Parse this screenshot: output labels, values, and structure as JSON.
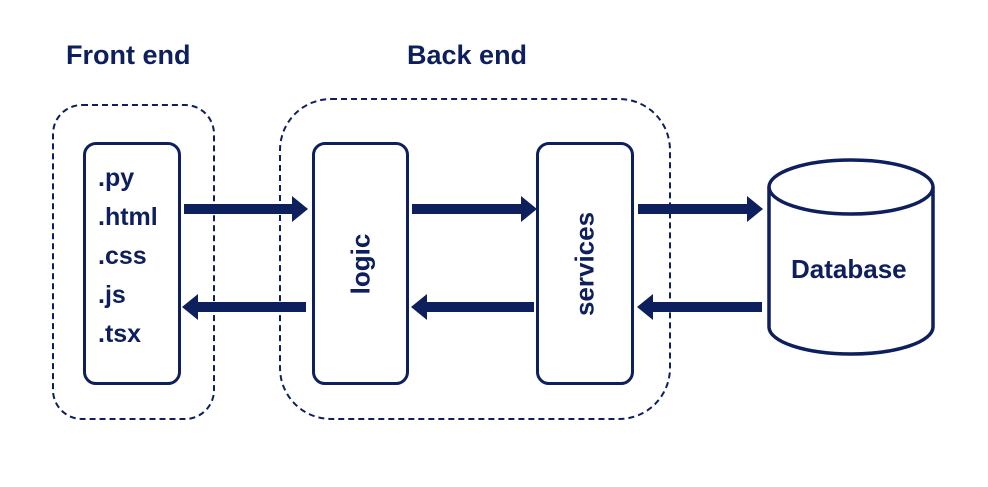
{
  "frontend": {
    "title": "Front end",
    "files": [
      ".py",
      ".html",
      ".css",
      ".js",
      ".tsx"
    ]
  },
  "backend": {
    "title": "Back end",
    "logic_label": "logic",
    "services_label": "services"
  },
  "database": {
    "label": "Database"
  },
  "colors": {
    "primary": "#0d1f5c",
    "background": "#ffffff"
  }
}
